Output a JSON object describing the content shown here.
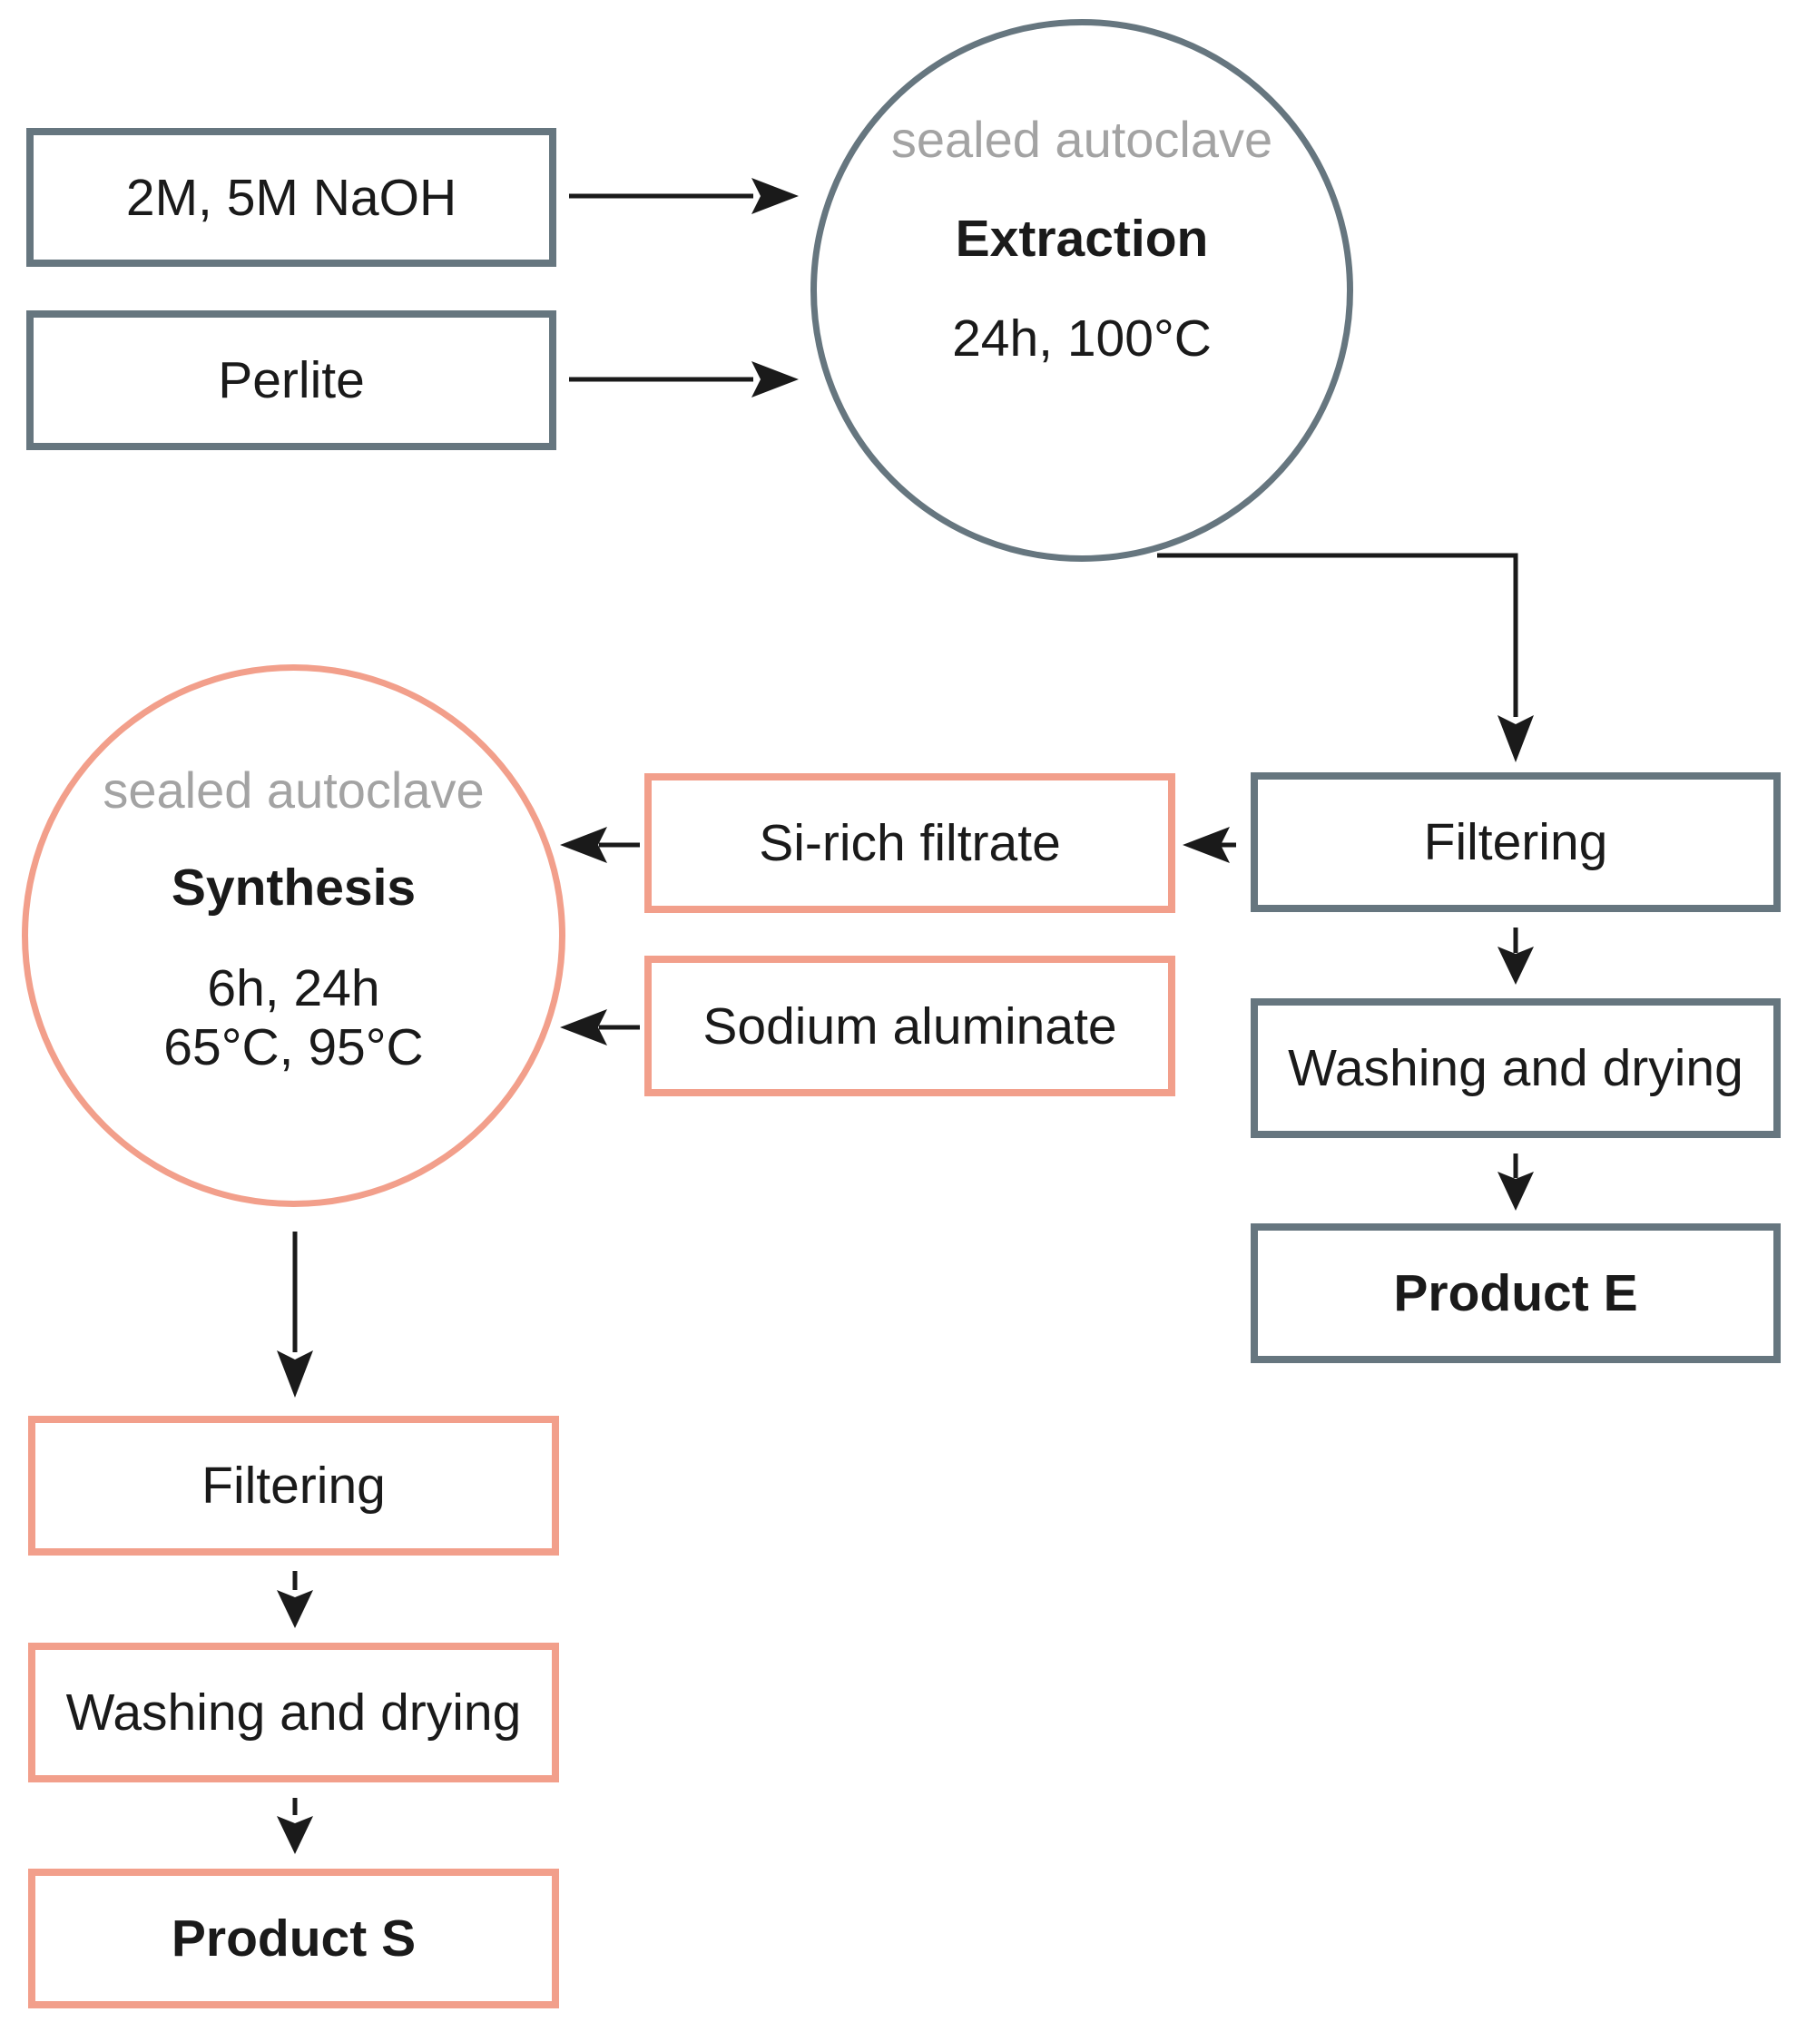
{
  "inputs": {
    "naoh_label": "2M, 5M NaOH",
    "perlite_label": "Perlite"
  },
  "extraction": {
    "vessel_label": "sealed autoclave",
    "title": "Extraction",
    "conditions": "24h, 100°C"
  },
  "extraction_path": {
    "filtering_label": "Filtering",
    "washing_label": "Washing and drying",
    "product_label": "Product E"
  },
  "synthesis_inputs": {
    "filtrate_label": "Si-rich filtrate",
    "aluminate_label": "Sodium aluminate"
  },
  "synthesis": {
    "vessel_label": "sealed autoclave",
    "title": "Synthesis",
    "conditions_line1": "6h, 24h",
    "conditions_line2": "65°C, 95°C"
  },
  "synthesis_path": {
    "filtering_label": "Filtering",
    "washing_label": "Washing and drying",
    "product_label": "Product S"
  },
  "colors": {
    "extraction_stroke": "#66767f",
    "synthesis_stroke": "#f29f8b",
    "arrow": "#1a1a1a",
    "vessel_text": "#a3a3a3"
  }
}
